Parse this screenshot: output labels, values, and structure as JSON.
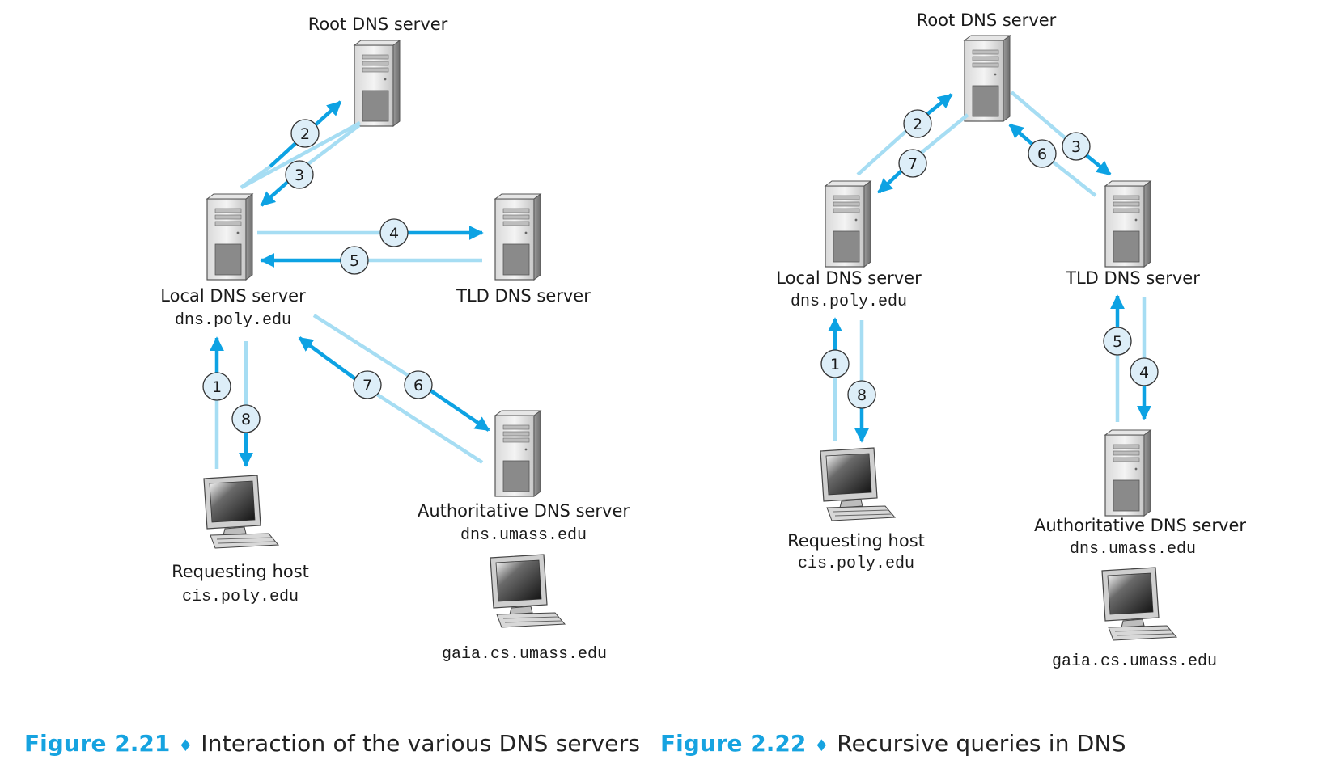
{
  "fig21": {
    "root_label": "Root DNS server",
    "local_label": "Local DNS server",
    "local_host": "dns.poly.edu",
    "tld_label": "TLD DNS server",
    "auth_label": "Authoritative DNS server",
    "auth_host": "dns.umass.edu",
    "req_label": "Requesting host",
    "req_host": "cis.poly.edu",
    "target_host": "gaia.cs.umass.edu",
    "steps": [
      "1",
      "2",
      "3",
      "4",
      "5",
      "6",
      "7",
      "8"
    ],
    "caption_number": "Figure 2.21",
    "caption_sep": "♦",
    "caption_text": "Interaction of the various DNS servers"
  },
  "fig22": {
    "root_label": "Root DNS server",
    "local_label": "Local DNS server",
    "local_host": "dns.poly.edu",
    "tld_label": "TLD DNS server",
    "auth_label": "Authoritative DNS server",
    "auth_host": "dns.umass.edu",
    "req_label": "Requesting host",
    "req_host": "cis.poly.edu",
    "target_host": "gaia.cs.umass.edu",
    "steps": [
      "1",
      "2",
      "3",
      "4",
      "5",
      "6",
      "7",
      "8"
    ],
    "caption_number": "Figure 2.22",
    "caption_sep": "♦",
    "caption_text": "Recursive queries in DNS"
  },
  "colors": {
    "arrow_dark": "#0da2e3",
    "arrow_light": "#a6ddf3",
    "badge_fill": "#ddeef8"
  }
}
